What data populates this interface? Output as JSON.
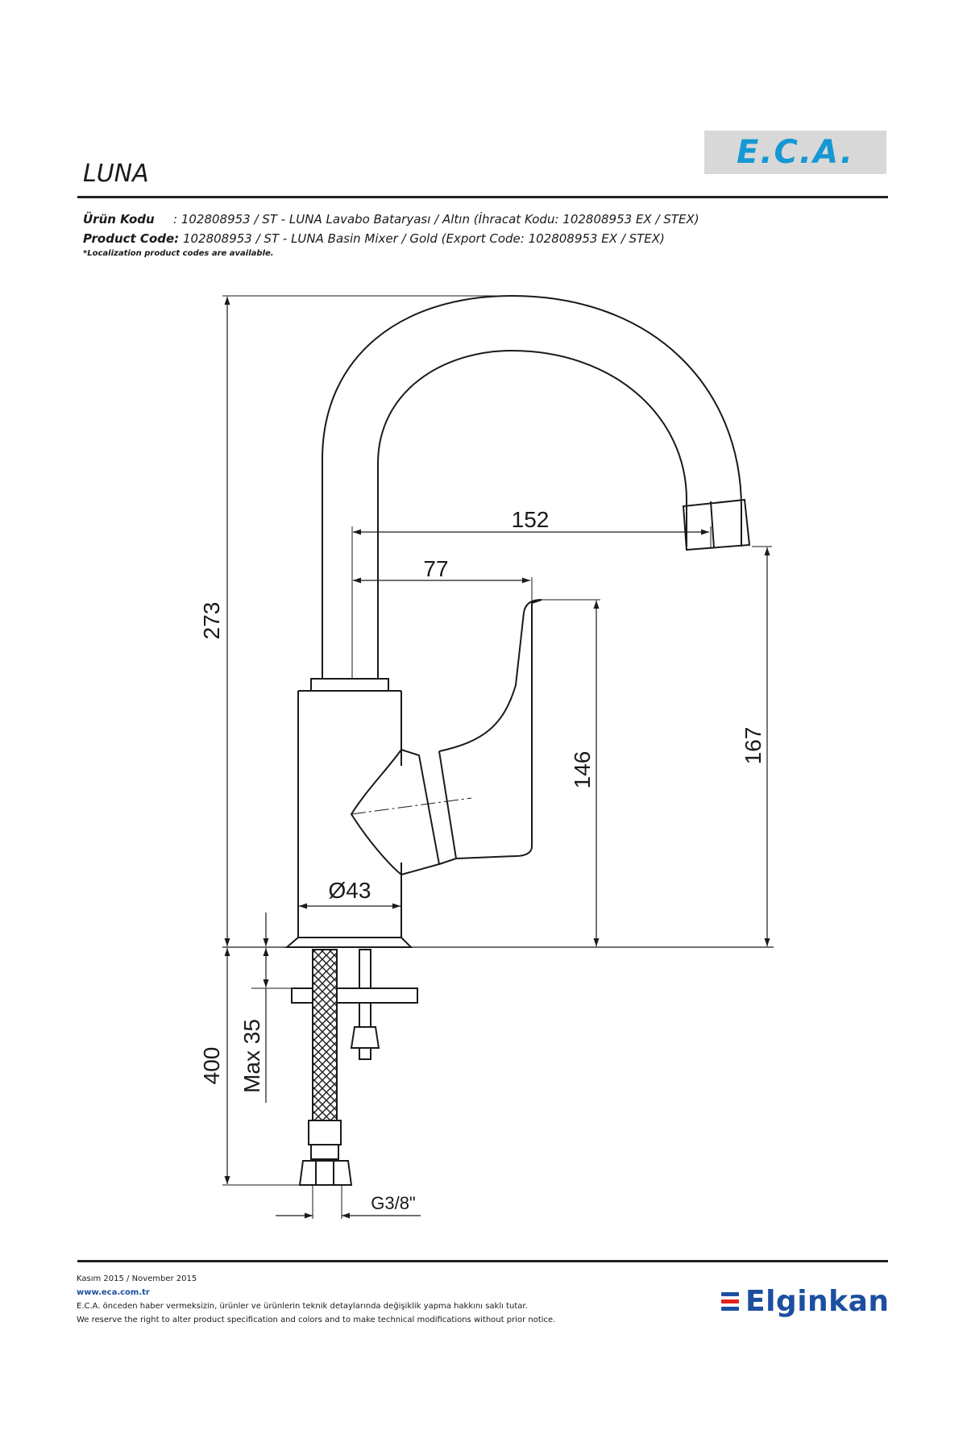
{
  "brand": {
    "name": "E.C.A.",
    "color": "#1598d3"
  },
  "product": {
    "title": "LUNA",
    "code_tr_label": "Ürün Kodu",
    "code_tr_value": ": 102808953 / ST - LUNA Lavabo Bataryası / Altın (İhracat Kodu: 102808953 EX / STEX)",
    "code_en_label": "Product Code:",
    "code_en_value": "102808953 / ST - LUNA Basin Mixer / Gold (Export Code: 102808953 EX / STEX)",
    "localization_note": "*Localization product codes are available."
  },
  "dimensions": {
    "total_height": "273",
    "spout_reach": "152",
    "handle_offset": "77",
    "spout_height": "167",
    "handle_height": "146",
    "body_diameter": "Ø43",
    "hose_length": "400",
    "max_thickness": "Max 35",
    "connection": "G3/8\""
  },
  "footer": {
    "date": "Kasım 2015 / November 2015",
    "website": "www.eca.com.tr",
    "disclaimer_tr": "E.C.A. önceden haber vermeksizin, ürünler ve ürünlerin teknik detaylarında değişiklik yapma hakkını saklı tutar.",
    "disclaimer_en": "We reserve the right to alter product specification and colors and to make technical modifications without prior notice."
  },
  "distributor": {
    "name": "Elginkan",
    "colors": [
      "#1c4fa0",
      "#e2231a",
      "#1c4fa0"
    ]
  }
}
